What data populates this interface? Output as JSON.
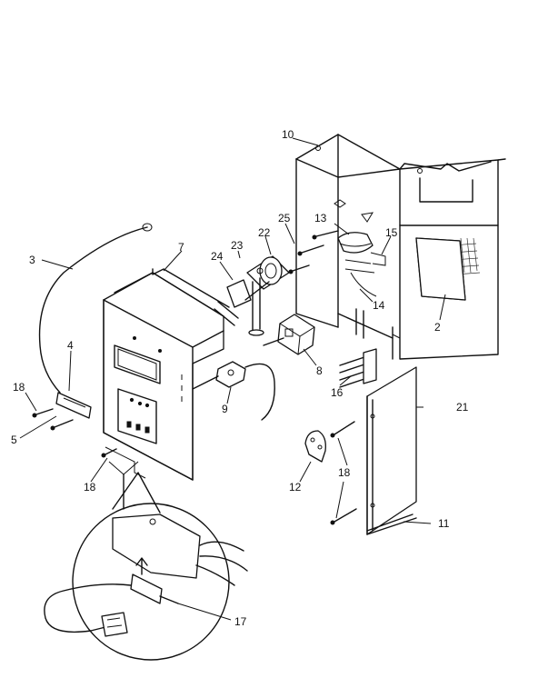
{
  "callouts": {
    "p2": "2",
    "p3": "3",
    "p4": "4",
    "p5": "5",
    "p7": "7",
    "p8": "8",
    "p9": "9",
    "p10": "10",
    "p11": "11",
    "p12": "12",
    "p13": "13",
    "p14": "14",
    "p15": "15",
    "p16": "16",
    "p17": "17",
    "p18a": "18",
    "p18b": "18",
    "p18c": "18",
    "p21": "21",
    "p22": "22",
    "p23": "23",
    "p24": "24",
    "p25": "25"
  }
}
